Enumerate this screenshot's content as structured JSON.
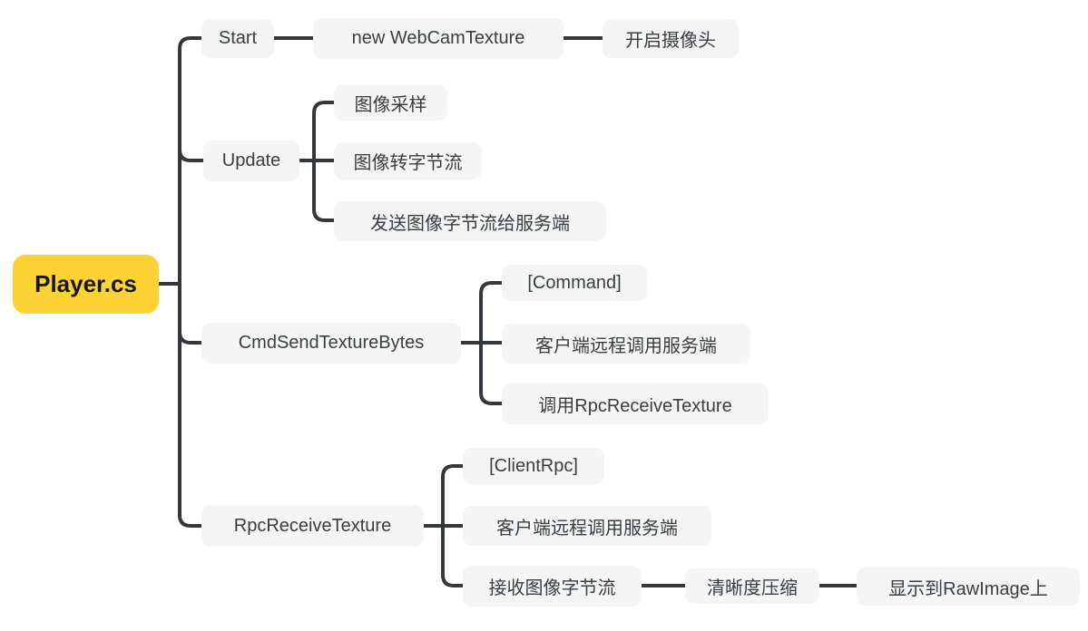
{
  "app": {
    "type": "mind-map-diagram"
  },
  "colors": {
    "canvas_bg": "#ffffff",
    "root_node_bg": "#fcd235",
    "root_node_text": "#17181a",
    "topic_node_bg": "#f5f5f6",
    "topic_node_text": "#3a3d41",
    "connector_line": "#34373b"
  },
  "mindmap": {
    "root": {
      "label": "Player.cs"
    },
    "branches": [
      {
        "label": "Start",
        "children": [
          {
            "label": "new WebCamTexture",
            "children": [
              {
                "label": "开启摄像头"
              }
            ]
          }
        ]
      },
      {
        "label": "Update",
        "children": [
          {
            "label": "图像采样"
          },
          {
            "label": "图像转字节流"
          },
          {
            "label": "发送图像字节流给服务端"
          }
        ]
      },
      {
        "label": "CmdSendTextureBytes",
        "children": [
          {
            "label": "[Command]"
          },
          {
            "label": "客户端远程调用服务端"
          },
          {
            "label": "调用RpcReceiveTexture"
          }
        ]
      },
      {
        "label": "RpcReceiveTexture",
        "children": [
          {
            "label": "[ClientRpc]"
          },
          {
            "label": "客户端远程调用服务端"
          },
          {
            "label": "接收图像字节流",
            "children": [
              {
                "label": "清晰度压缩",
                "children": [
                  {
                    "label": "显示到RawImage上"
                  }
                ]
              }
            ]
          }
        ]
      }
    ]
  }
}
